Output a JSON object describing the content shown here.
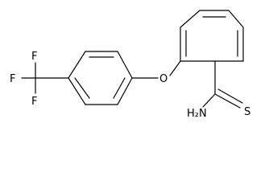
{
  "molecule": {
    "atoms": {
      "f_top": "F",
      "f_left": "F",
      "f_bottom": "F",
      "oxygen": "O",
      "sulfur": "S",
      "amine": "H₂N"
    }
  }
}
